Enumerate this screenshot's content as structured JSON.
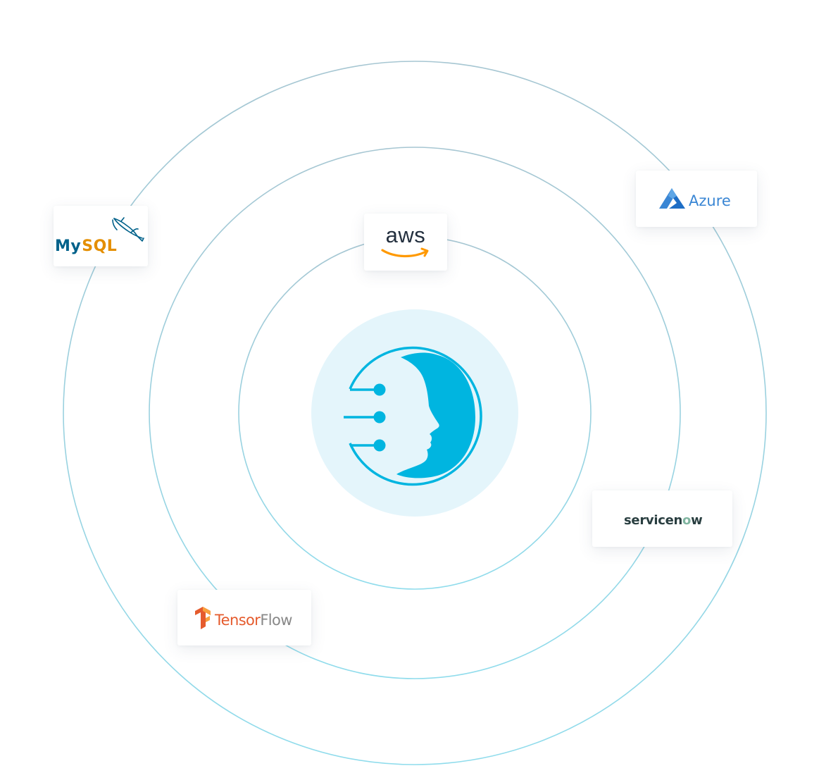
{
  "logos": {
    "mysql": {
      "text_my": "My",
      "text_sql": "SQL",
      "icon": "dolphin-icon",
      "color_my": "#00618a",
      "color_sql": "#e48e00"
    },
    "aws": {
      "text": "aws",
      "icon": "amazon-smile-icon",
      "color_text": "#232f3e",
      "color_smile": "#ff9900"
    },
    "azure": {
      "text": "Azure",
      "icon": "azure-a-icon",
      "color": "#3a86d4"
    },
    "servicenow": {
      "text_before": "servicen",
      "text_o": "o",
      "text_after": "w",
      "color_text": "#293e40",
      "color_o": "#81b5a1"
    },
    "tensorflow": {
      "text_tensor": "Tensor",
      "text_flow": "Flow",
      "icon": "tensorflow-t-icon",
      "color_tensor": "#e55b2d",
      "color_flow": "#888888"
    }
  },
  "center": {
    "icon": "ai-head-icon",
    "color": "#00b5e0",
    "halo_color": "#e4f5fb"
  },
  "rings": {
    "color": "#9ecbd8"
  }
}
